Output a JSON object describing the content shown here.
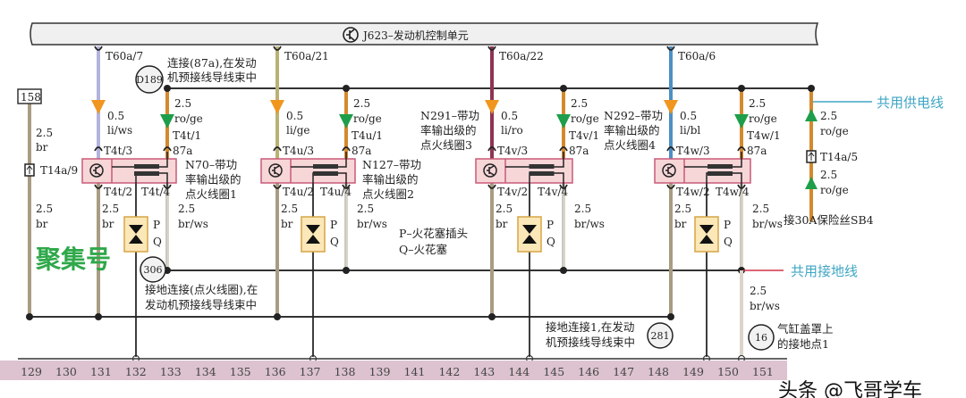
{
  "ecu": {
    "title": "J623–发动机控制单元",
    "icon": "transistor-icon"
  },
  "coils": [
    {
      "ecu_pin": "T60a/7",
      "ctrl_size": "0.5",
      "ctrl_color": "li/ws",
      "pin3": "T4t/3",
      "pin1": "T4t/1",
      "pin87": "87a",
      "pin2": "T4t/2",
      "pin4": "T4t/4",
      "supply_size": "2.5",
      "supply_color": "ro/ge",
      "out_size": "2.5",
      "out_color": "br",
      "gnd_size": "2.5",
      "gnd_color": "br/ws",
      "plug_p": "P",
      "plug_q": "Q",
      "name": [
        "N70–带功",
        "率输出级的",
        "点火线圈1"
      ],
      "wire_hex": "#b3b3dc"
    },
    {
      "ecu_pin": "T60a/21",
      "ctrl_size": "0.5",
      "ctrl_color": "li/ge",
      "pin3": "T4u/3",
      "pin1": "T4u/1",
      "pin87": "87a",
      "pin2": "T4u/2",
      "pin4": "T4u/4",
      "supply_size": "2.5",
      "supply_color": "ro/ge",
      "out_size": "2.5",
      "out_color": "br",
      "gnd_size": "2.5",
      "gnd_color": "br/ws",
      "plug_p": "P",
      "plug_q": "Q",
      "name": [
        "N127–带功",
        "率输出级的",
        "点火线圈2"
      ],
      "wire_hex": "#b9b274"
    },
    {
      "ecu_pin": "T60a/22",
      "ctrl_size": "0.5",
      "ctrl_color": "li/ro",
      "pin3": "T4v/3",
      "pin1": "T4v/1",
      "pin87": "87a",
      "pin2": "T4v/2",
      "pin4": "T4v/4",
      "supply_size": "2.5",
      "supply_color": "ro/ge",
      "out_size": "2.5",
      "out_color": "br",
      "gnd_size": "2.5",
      "gnd_color": "br/ws",
      "plug_p": "P",
      "plug_q": "Q",
      "name": [
        "N291–带功",
        "率输出级的",
        "点火线圈3"
      ],
      "wire_hex": "#8e3454"
    },
    {
      "ecu_pin": "T60a/6",
      "ctrl_size": "0.5",
      "ctrl_color": "li/bl",
      "pin3": "T4w/3",
      "pin1": "T4w/1",
      "pin87": "87a",
      "pin2": "T4w/2",
      "pin4": "T4w/4",
      "supply_size": "2.5",
      "supply_color": "ro/ge",
      "out_size": "2.5",
      "out_color": "br",
      "gnd_size": "2.5",
      "gnd_color": "br/ws",
      "plug_p": "P",
      "plug_q": "Q",
      "name": [
        "N292–带功",
        "率输出级的",
        "点火线圈4"
      ],
      "wire_hex": "#4d8fc4"
    }
  ],
  "left_feed": {
    "terminal": "158",
    "size1": "2.5",
    "color1": "br",
    "connector": "T14a/9",
    "size2": "2.5",
    "color2": "br"
  },
  "supply": {
    "size1": "2.5",
    "color1": "ro/ge",
    "connector": "T14a/5",
    "size2": "2.5",
    "color2": "ro/ge",
    "source": "接30A保险丝SB4",
    "label": "共用供电线"
  },
  "d189": {
    "id": "D189",
    "text": [
      "连接(87a),在发动",
      "机预接线导线束中"
    ]
  },
  "g306": {
    "id": "306",
    "text": [
      "接地连接(点火线圈),在",
      "发动机预接线导线束中"
    ]
  },
  "g281": {
    "id": "281",
    "text": [
      "接地连接1,在发动",
      "机预接线导线束中"
    ]
  },
  "g16": {
    "id": "16",
    "text": [
      "气缸盖罩上",
      "的接地点1"
    ],
    "size": "2.5",
    "color": "br/ws"
  },
  "ground_label": "共用接地线",
  "legend": {
    "p": "P–火花塞插头",
    "q": "Q–火花塞"
  },
  "ruler": [
    "129",
    "130",
    "131",
    "132",
    "133",
    "134",
    "135",
    "136",
    "137",
    "138",
    "139",
    "141",
    "142",
    "143",
    "144",
    "145",
    "146",
    "147",
    "148",
    "149",
    "150",
    "151"
  ],
  "watermarks": {
    "left": "聚集号",
    "right": "头条 @飞哥学车"
  },
  "colors": {
    "ro_ge": "#d4892e",
    "arrow_orange": "#f0961e",
    "arrow_green": "#1e9e4a",
    "br": "#a99c82",
    "br_ws": "#d9d5c8",
    "coil_box": "#f7d6d8",
    "coil_border": "#c85a78",
    "plug_box": "#fbe7b8",
    "ruler": "#dcc3cf",
    "teal": "#3fa6c4",
    "red": "#d2334a"
  }
}
